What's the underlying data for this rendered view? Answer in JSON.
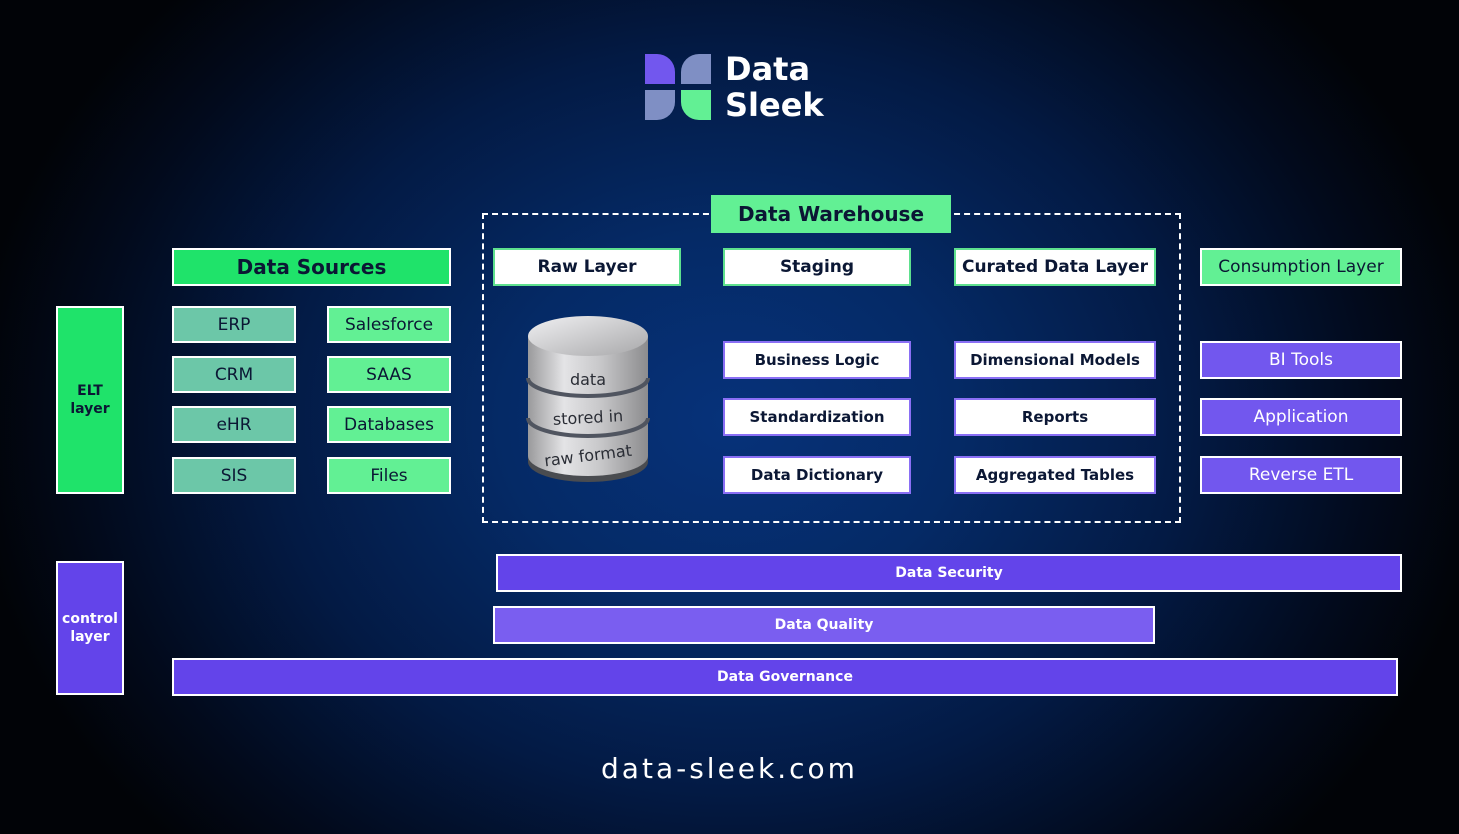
{
  "brand": {
    "name_line1": "Data",
    "name_line2": "Sleek",
    "colors": {
      "purple": "#7257ee",
      "green": "#62f094",
      "blue_gray": "#7f8fc4"
    }
  },
  "colors": {
    "background_center": "#06327a",
    "background_edge": "#010307",
    "green_header": "#1fe36a",
    "mint": "#62f094",
    "teal": "#6cc7a8",
    "purple": "#7257ee",
    "purple_dark": "#6344ea"
  },
  "elt_layer": {
    "line1": "ELT",
    "line2": "layer"
  },
  "control_layer": {
    "line1": "control",
    "line2": "layer"
  },
  "data_sources": {
    "title": "Data Sources",
    "left": [
      "ERP",
      "CRM",
      "eHR",
      "SIS"
    ],
    "right": [
      "Salesforce",
      "SAAS",
      "Databases",
      "Files"
    ]
  },
  "warehouse": {
    "title": "Data Warehouse",
    "raw_layer": {
      "title": "Raw Layer",
      "db_label": [
        "data",
        "stored in",
        "raw format"
      ]
    },
    "staging": {
      "title": "Staging",
      "items": [
        "Business Logic",
        "Standardization",
        "Data Dictionary"
      ]
    },
    "curated": {
      "title": "Curated Data Layer",
      "items": [
        "Dimensional Models",
        "Reports",
        "Aggregated Tables"
      ]
    }
  },
  "consumption": {
    "title": "Consumption Layer",
    "items": [
      "BI Tools",
      "Application",
      "Reverse ETL"
    ]
  },
  "control_bars": {
    "security": "Data Security",
    "quality": "Data Quality",
    "governance": "Data Governance"
  },
  "footer": {
    "url": "data-sleek.com"
  }
}
